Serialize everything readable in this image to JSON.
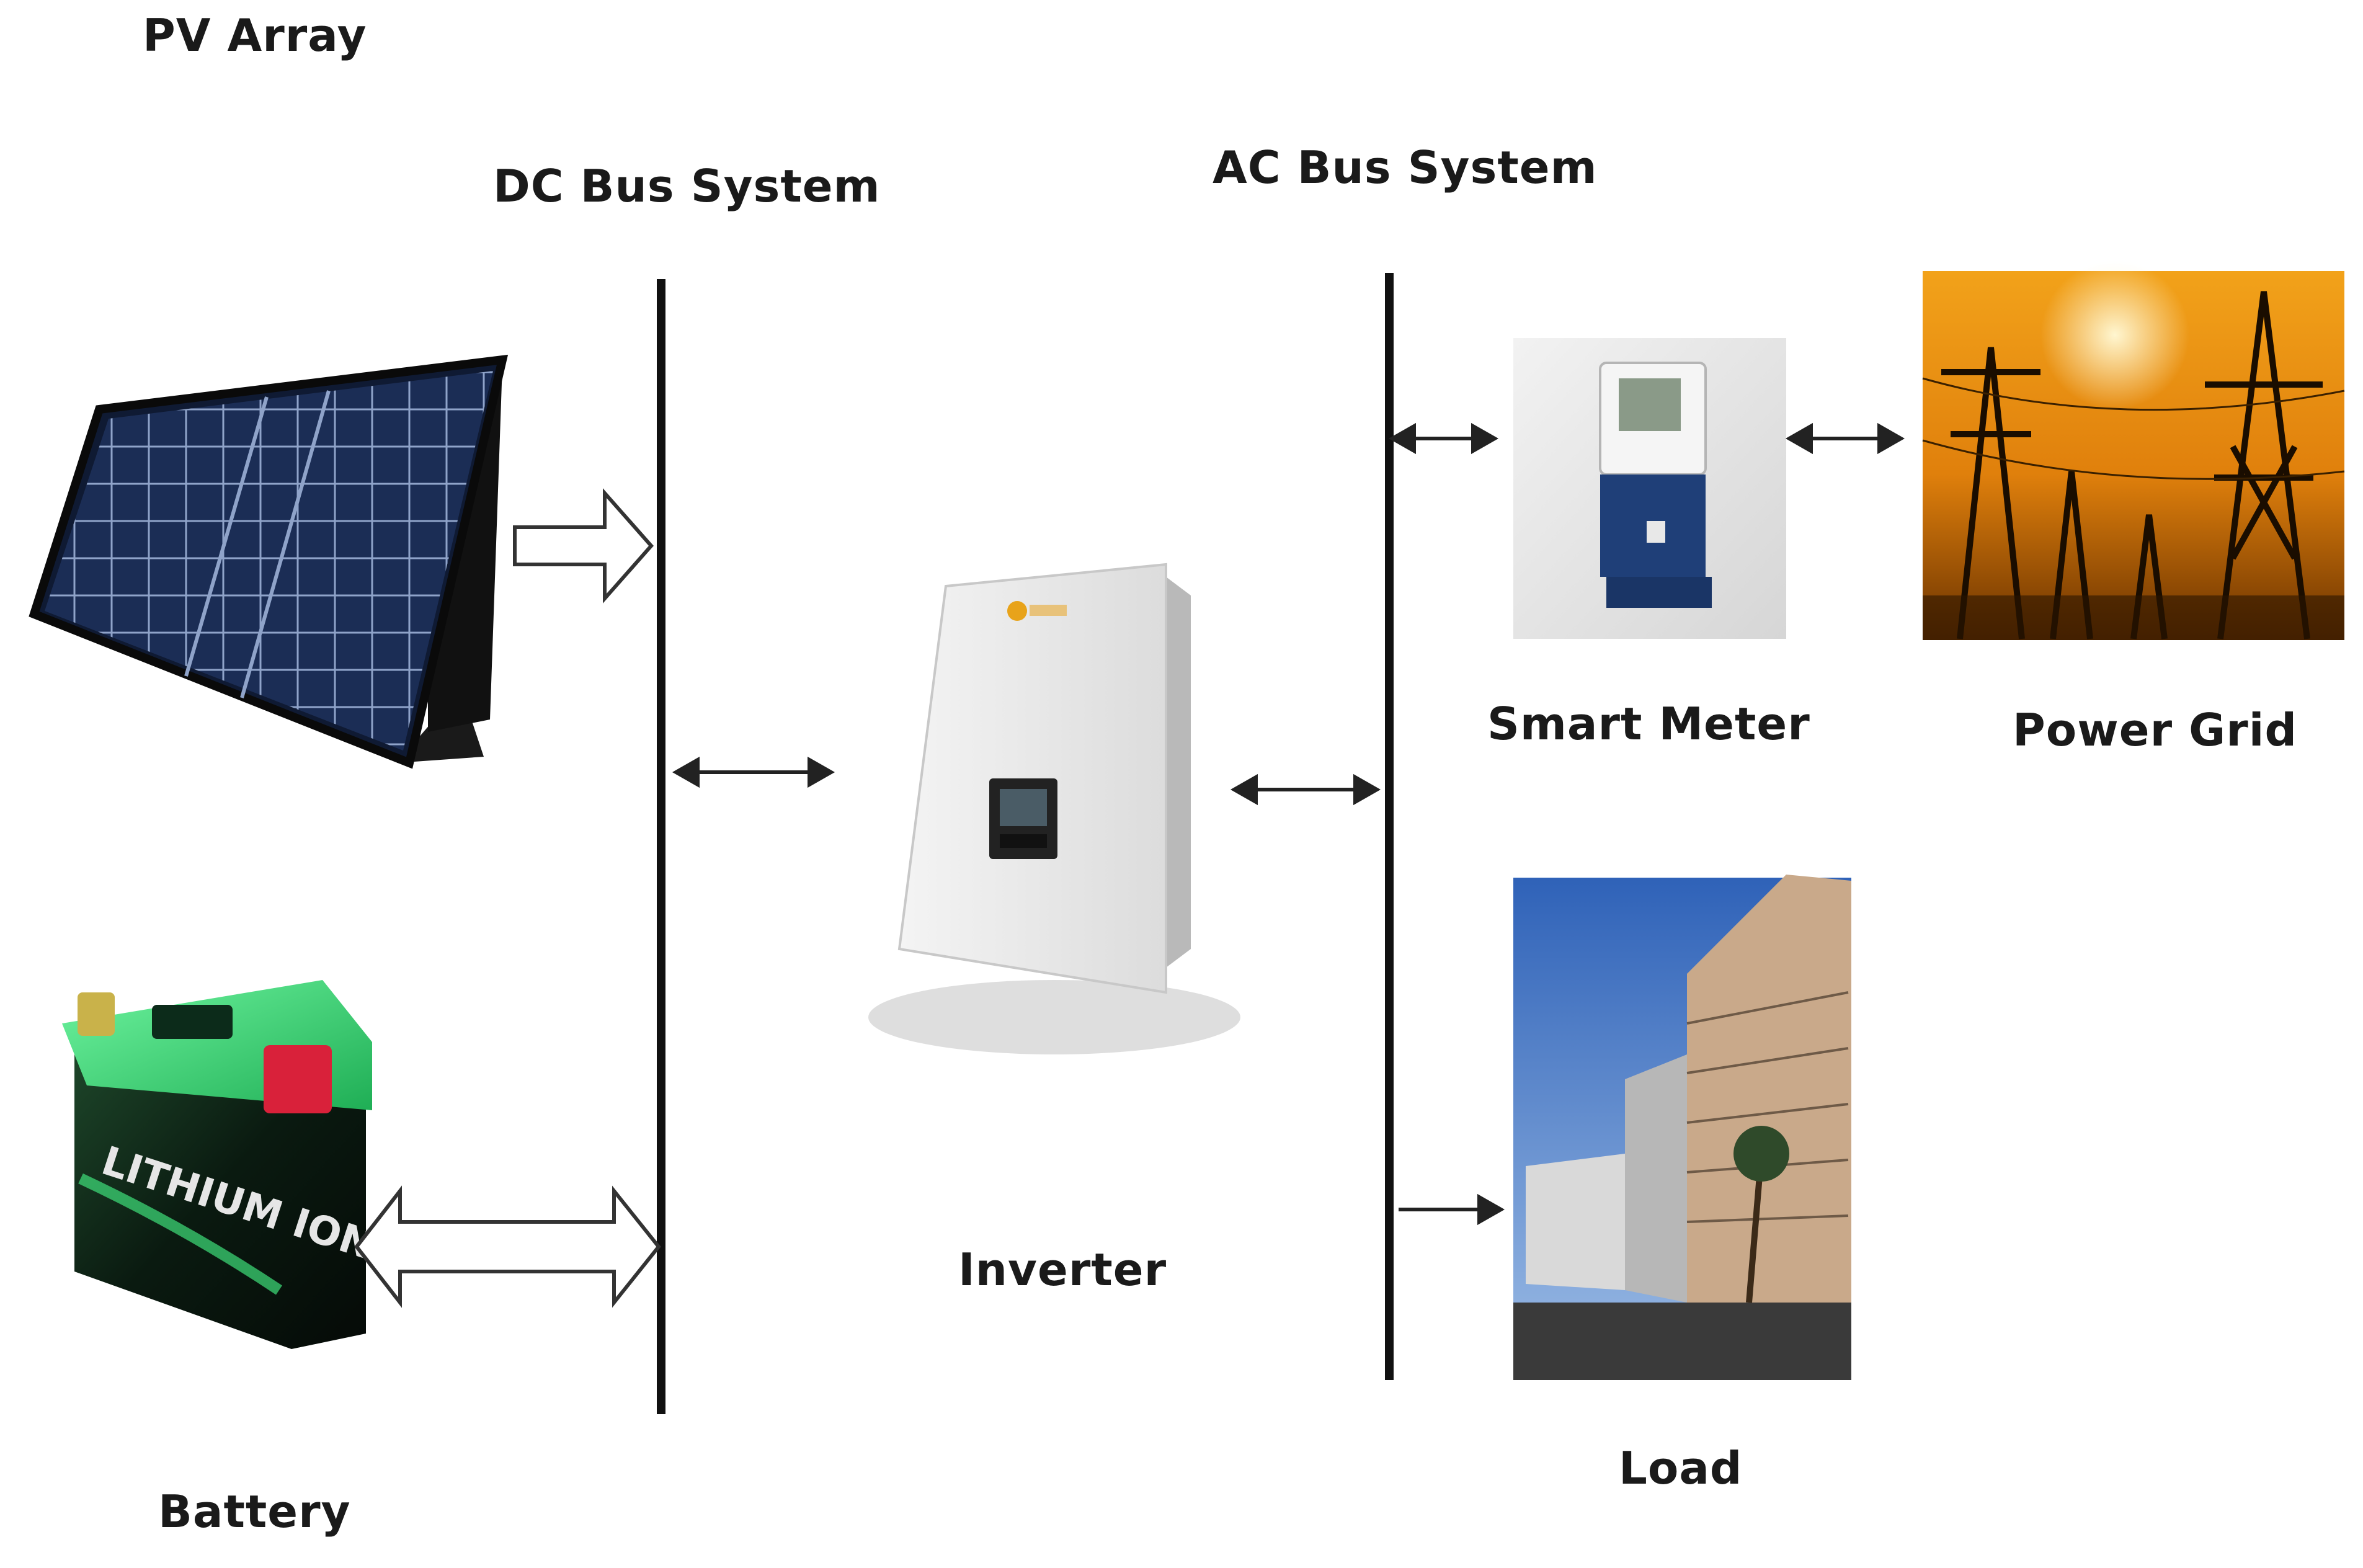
{
  "labels": {
    "pv_array": "PV Array",
    "dc_bus": "DC Bus System",
    "ac_bus": "AC Bus System",
    "smart_meter": "Smart Meter",
    "power_grid": "Power Grid",
    "inverter": "Inverter",
    "load": "Load",
    "battery": "Battery"
  },
  "battery_text": "LITHIUM ION",
  "colors": {
    "bus_line": "#111111",
    "arrow": "#222222",
    "solar_cell": "#1b2d55",
    "battery_green": "#3ee07a",
    "battery_body": "#0d1a12",
    "grid_sky": "#e8900f",
    "meter_blue": "#1f3f78",
    "building_sky": "#3f74c8",
    "building_facade": "#c9a98a"
  },
  "icons": [
    "solar-panel-image",
    "lithium-battery-image",
    "inverter-image",
    "smart-meter-image",
    "power-tower-image",
    "office-building-image"
  ]
}
